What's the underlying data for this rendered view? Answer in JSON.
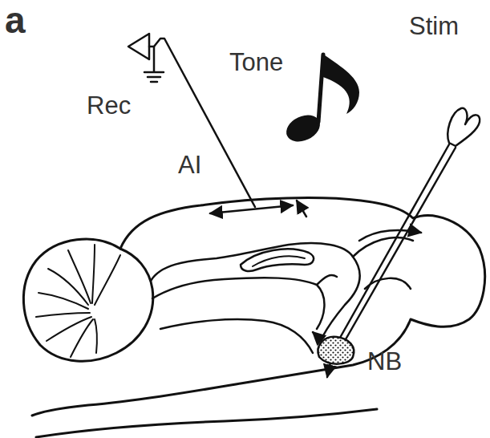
{
  "diagram": {
    "labels": [
      "a",
      "Rec",
      "Tone",
      "AI",
      "Stim",
      "NB"
    ]
  }
}
